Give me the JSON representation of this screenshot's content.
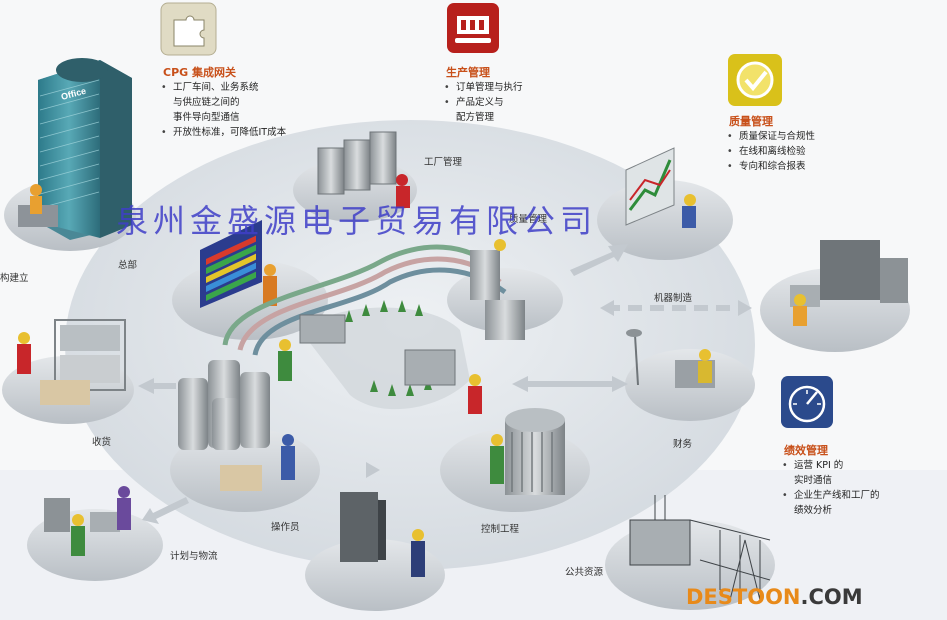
{
  "modules": {
    "cpg": {
      "title": "CPG 集成网关",
      "items": [
        "工厂车间、业务系统",
        "与供应链之间的",
        "事件导向型通信",
        "开放性标准，可降低IT成本"
      ],
      "bulleted": [
        true,
        false,
        false,
        true
      ]
    },
    "production": {
      "title": "生产管理",
      "items": [
        "订单管理与执行",
        "产品定义与",
        "配方管理"
      ],
      "bulleted": [
        true,
        true,
        false
      ]
    },
    "quality": {
      "title": "质量管理",
      "items": [
        "质量保证与合规性",
        "在线和离线检验",
        "专向和综合报表"
      ],
      "bulleted": [
        true,
        true,
        true
      ]
    },
    "performance": {
      "title": "绩效管理",
      "items": [
        "运营 KPI 的",
        "实时通信",
        "企业生产线和工厂的",
        "绩效分析"
      ],
      "bulleted": [
        true,
        false,
        true,
        false
      ]
    }
  },
  "labels": {
    "factory_mgmt": "工厂管理",
    "hq": "总部",
    "left_edge": "构建立",
    "quality_mgmt_partial": "质量管理",
    "machine": "机器制造",
    "receiving": "收货",
    "finance": "财务",
    "operators": "操作员",
    "control_eng": "控制工程",
    "planning": "计划与物流",
    "utilities": "公共资源"
  },
  "watermark": "泉州金盛源电子贸易有限公司",
  "brand": {
    "part1": "DESTOON",
    "part2": ".COM"
  },
  "building_sign": "Office",
  "colors": {
    "accent_orange": "#c8501a",
    "tile_cpg": "#e0dbc4",
    "tile_production": "#b7201c",
    "tile_quality": "#d9c11a",
    "tile_performance": "#2b4a8c",
    "watermark": "#3f3fc8"
  }
}
